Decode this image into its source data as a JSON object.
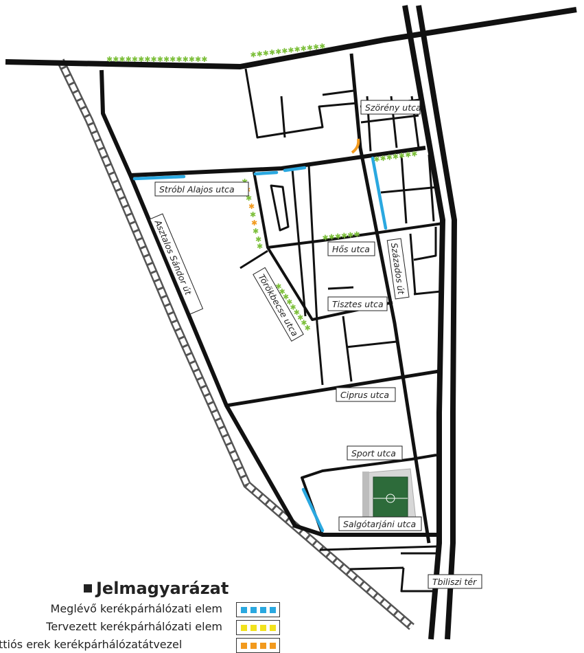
{
  "streets": {
    "szoreny": "Szörény utca",
    "strobl": "Stróbl Alajos utca",
    "asztalos": "Asztalos Sándor út",
    "torokbecse": "Törökbecse utca",
    "hos": "Hős utca",
    "szazados": "Százados út",
    "tisztes": "Tisztes utca",
    "ciprus": "Ciprus utca",
    "sport": "Sport utca",
    "salgotarjani": "Salgótarjáni utca",
    "tbiliszi": "Tbiliszi tér"
  },
  "legend": {
    "title": "Jelmagyarázat",
    "items": [
      {
        "label": "Meglévő kerékpárhálózati elem",
        "color": "#2aa8e0"
      },
      {
        "label": "Tervezett kerékpárhálózati elem",
        "color": "#f2e21c"
      },
      {
        "label": "ttiós erek kerékpárhálózatátvezel",
        "color": "#f29a1e"
      }
    ]
  },
  "colors": {
    "road": "#111111",
    "bike_existing": "#2aa8e0",
    "bike_planned_orange": "#f29a1e",
    "tree": "#7cbf3a",
    "stadium_pitch": "#2d6b3a"
  },
  "icons": {
    "tree": "tree-icon",
    "stadium": "stadium-icon"
  }
}
